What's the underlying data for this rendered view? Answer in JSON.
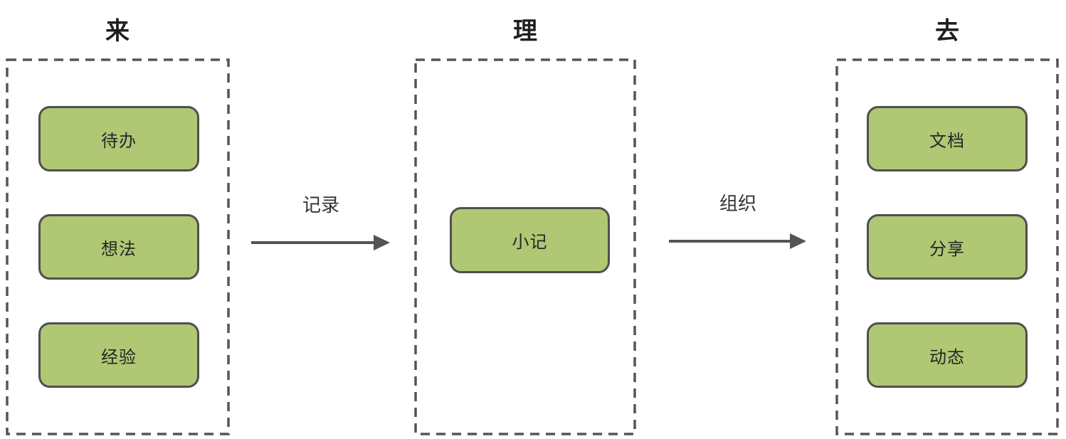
{
  "diagram": {
    "columns": [
      {
        "title": "来",
        "items": [
          {
            "label": "待办"
          },
          {
            "label": "想法"
          },
          {
            "label": "经验"
          }
        ]
      },
      {
        "title": "理",
        "items": [
          {
            "label": "小记"
          }
        ]
      },
      {
        "title": "去",
        "items": [
          {
            "label": "文档"
          },
          {
            "label": "分享"
          },
          {
            "label": "动态"
          }
        ]
      }
    ],
    "arrows": [
      {
        "label": "记录",
        "from": "来",
        "to": "理"
      },
      {
        "label": "组织",
        "from": "理",
        "to": "去"
      }
    ],
    "colors": {
      "node_fill": "#b0c873",
      "node_border": "#4f4f4f",
      "column_border": "#555555",
      "arrow": "#545454",
      "node_text": "#262626",
      "title_text": "#1f1f1f",
      "label_text": "#333333",
      "background": "#ffffff"
    }
  }
}
